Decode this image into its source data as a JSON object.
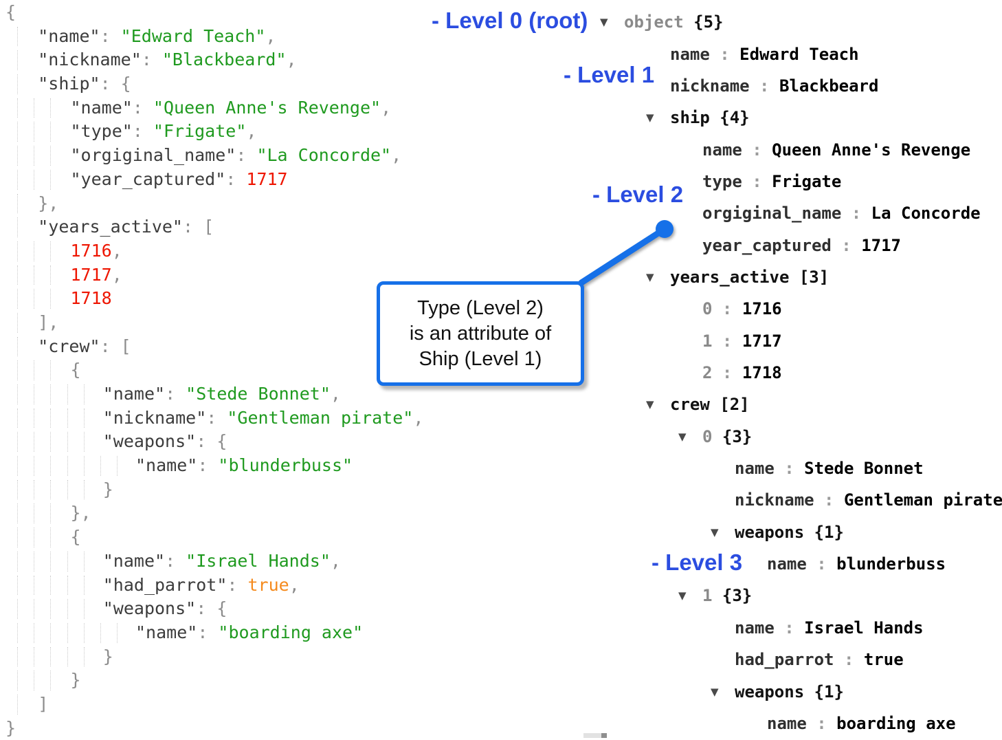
{
  "colors": {
    "annotation_blue": "#2b4de0",
    "callout_blue": "#1670e8",
    "string_green": "#1f9a1f",
    "number_red": "#ee1500",
    "boolean_orange": "#f58a1d",
    "key_dark": "#3c3c3c",
    "punctuation_gray": "#8c8c8c"
  },
  "annotations": {
    "level0": "- Level 0 (root)",
    "level1": "- Level 1",
    "level2": "- Level 2",
    "level3": "- Level 3"
  },
  "callout": {
    "line1": "Type (Level 2)",
    "line2": "is an attribute of",
    "line3": "Ship (Level 1)"
  },
  "code_panel": {
    "lines": [
      {
        "level": 0,
        "tokens": [
          {
            "c": "punc",
            "t": "{"
          }
        ]
      },
      {
        "level": 1,
        "tokens": [
          {
            "c": "key",
            "t": "\"name\""
          },
          {
            "c": "punc",
            "t": ": "
          },
          {
            "c": "str",
            "t": "\"Edward Teach\""
          },
          {
            "c": "punc",
            "t": ","
          }
        ]
      },
      {
        "level": 1,
        "tokens": [
          {
            "c": "key",
            "t": "\"nickname\""
          },
          {
            "c": "punc",
            "t": ": "
          },
          {
            "c": "str",
            "t": "\"Blackbeard\""
          },
          {
            "c": "punc",
            "t": ","
          }
        ]
      },
      {
        "level": 1,
        "tokens": [
          {
            "c": "key",
            "t": "\"ship\""
          },
          {
            "c": "punc",
            "t": ": {"
          }
        ]
      },
      {
        "level": 2,
        "tokens": [
          {
            "c": "key",
            "t": "\"name\""
          },
          {
            "c": "punc",
            "t": ": "
          },
          {
            "c": "str",
            "t": "\"Queen Anne's Revenge\""
          },
          {
            "c": "punc",
            "t": ","
          }
        ]
      },
      {
        "level": 2,
        "tokens": [
          {
            "c": "key",
            "t": "\"type\""
          },
          {
            "c": "punc",
            "t": ": "
          },
          {
            "c": "str",
            "t": "\"Frigate\""
          },
          {
            "c": "punc",
            "t": ","
          }
        ]
      },
      {
        "level": 2,
        "tokens": [
          {
            "c": "key",
            "t": "\"orgiginal_name\""
          },
          {
            "c": "punc",
            "t": ": "
          },
          {
            "c": "str",
            "t": "\"La Concorde\""
          },
          {
            "c": "punc",
            "t": ","
          }
        ]
      },
      {
        "level": 2,
        "tokens": [
          {
            "c": "key",
            "t": "\"year_captured\""
          },
          {
            "c": "punc",
            "t": ": "
          },
          {
            "c": "num",
            "t": "1717"
          }
        ]
      },
      {
        "level": 1,
        "tokens": [
          {
            "c": "punc",
            "t": "},"
          }
        ]
      },
      {
        "level": 1,
        "tokens": [
          {
            "c": "key",
            "t": "\"years_active\""
          },
          {
            "c": "punc",
            "t": ": ["
          }
        ]
      },
      {
        "level": 2,
        "tokens": [
          {
            "c": "num",
            "t": "1716"
          },
          {
            "c": "punc",
            "t": ","
          }
        ]
      },
      {
        "level": 2,
        "tokens": [
          {
            "c": "num",
            "t": "1717"
          },
          {
            "c": "punc",
            "t": ","
          }
        ]
      },
      {
        "level": 2,
        "tokens": [
          {
            "c": "num",
            "t": "1718"
          }
        ]
      },
      {
        "level": 1,
        "tokens": [
          {
            "c": "punc",
            "t": "],"
          }
        ]
      },
      {
        "level": 1,
        "tokens": [
          {
            "c": "key",
            "t": "\"crew\""
          },
          {
            "c": "punc",
            "t": ": ["
          }
        ]
      },
      {
        "level": 2,
        "tokens": [
          {
            "c": "punc",
            "t": "{"
          }
        ]
      },
      {
        "level": 3,
        "tokens": [
          {
            "c": "key",
            "t": "\"name\""
          },
          {
            "c": "punc",
            "t": ": "
          },
          {
            "c": "str",
            "t": "\"Stede Bonnet\""
          },
          {
            "c": "punc",
            "t": ","
          }
        ]
      },
      {
        "level": 3,
        "tokens": [
          {
            "c": "key",
            "t": "\"nickname\""
          },
          {
            "c": "punc",
            "t": ": "
          },
          {
            "c": "str",
            "t": "\"Gentleman pirate\""
          },
          {
            "c": "punc",
            "t": ","
          }
        ]
      },
      {
        "level": 3,
        "tokens": [
          {
            "c": "key",
            "t": "\"weapons\""
          },
          {
            "c": "punc",
            "t": ": {"
          }
        ]
      },
      {
        "level": 4,
        "tokens": [
          {
            "c": "key",
            "t": "\"name\""
          },
          {
            "c": "punc",
            "t": ": "
          },
          {
            "c": "str",
            "t": "\"blunderbuss\""
          }
        ]
      },
      {
        "level": 3,
        "tokens": [
          {
            "c": "punc",
            "t": "}"
          }
        ]
      },
      {
        "level": 2,
        "tokens": [
          {
            "c": "punc",
            "t": "},"
          }
        ]
      },
      {
        "level": 2,
        "tokens": [
          {
            "c": "punc",
            "t": "{"
          }
        ]
      },
      {
        "level": 3,
        "tokens": [
          {
            "c": "key",
            "t": "\"name\""
          },
          {
            "c": "punc",
            "t": ": "
          },
          {
            "c": "str",
            "t": "\"Israel Hands\""
          },
          {
            "c": "punc",
            "t": ","
          }
        ]
      },
      {
        "level": 3,
        "tokens": [
          {
            "c": "key",
            "t": "\"had_parrot\""
          },
          {
            "c": "punc",
            "t": ": "
          },
          {
            "c": "bool",
            "t": "true"
          },
          {
            "c": "punc",
            "t": ","
          }
        ]
      },
      {
        "level": 3,
        "tokens": [
          {
            "c": "key",
            "t": "\"weapons\""
          },
          {
            "c": "punc",
            "t": ": {"
          }
        ]
      },
      {
        "level": 4,
        "tokens": [
          {
            "c": "key",
            "t": "\"name\""
          },
          {
            "c": "punc",
            "t": ": "
          },
          {
            "c": "str",
            "t": "\"boarding axe\""
          }
        ]
      },
      {
        "level": 3,
        "tokens": [
          {
            "c": "punc",
            "t": "}"
          }
        ]
      },
      {
        "level": 2,
        "tokens": [
          {
            "c": "punc",
            "t": "}"
          }
        ]
      },
      {
        "level": 1,
        "tokens": [
          {
            "c": "punc",
            "t": "]"
          }
        ]
      },
      {
        "level": 0,
        "tokens": [
          {
            "c": "punc",
            "t": "}"
          }
        ]
      }
    ]
  },
  "tree_panel": {
    "rows": [
      {
        "d": 0,
        "a": true,
        "k": "object",
        "ks": "gray",
        "b": "{5}"
      },
      {
        "d": 1,
        "a": false,
        "k": "name",
        "ks": "key",
        "v": "Edward Teach"
      },
      {
        "d": 1,
        "a": false,
        "k": "nickname",
        "ks": "key",
        "v": "Blackbeard"
      },
      {
        "d": 1,
        "a": true,
        "k": "ship",
        "ks": "ckey",
        "b": "{4}"
      },
      {
        "d": 2,
        "a": false,
        "k": "name",
        "ks": "key",
        "v": "Queen Anne's Revenge"
      },
      {
        "d": 2,
        "a": false,
        "k": "type",
        "ks": "key",
        "v": "Frigate"
      },
      {
        "d": 2,
        "a": false,
        "k": "orgiginal_name",
        "ks": "key",
        "v": "La Concorde"
      },
      {
        "d": 2,
        "a": false,
        "k": "year_captured",
        "ks": "key",
        "v": "1717"
      },
      {
        "d": 1,
        "a": true,
        "k": "years_active",
        "ks": "ckey",
        "b": "[3]"
      },
      {
        "d": 2,
        "a": false,
        "k": "0",
        "ks": "idx",
        "v": "1716"
      },
      {
        "d": 2,
        "a": false,
        "k": "1",
        "ks": "idx",
        "v": "1717"
      },
      {
        "d": 2,
        "a": false,
        "k": "2",
        "ks": "idx",
        "v": "1718"
      },
      {
        "d": 1,
        "a": true,
        "k": "crew",
        "ks": "ckey",
        "b": "[2]"
      },
      {
        "d": 2,
        "a": true,
        "k": "0",
        "ks": "idx",
        "b": "{3}"
      },
      {
        "d": 3,
        "a": false,
        "k": "name",
        "ks": "key",
        "v": "Stede Bonnet"
      },
      {
        "d": 3,
        "a": false,
        "k": "nickname",
        "ks": "key",
        "v": "Gentleman pirate"
      },
      {
        "d": 3,
        "a": true,
        "k": "weapons",
        "ks": "ckey",
        "b": "{1}"
      },
      {
        "d": 4,
        "a": false,
        "k": "name",
        "ks": "key",
        "v": "blunderbuss"
      },
      {
        "d": 2,
        "a": true,
        "k": "1",
        "ks": "idx",
        "b": "{3}"
      },
      {
        "d": 3,
        "a": false,
        "k": "name",
        "ks": "key",
        "v": "Israel Hands"
      },
      {
        "d": 3,
        "a": false,
        "k": "had_parrot",
        "ks": "key",
        "v": "true"
      },
      {
        "d": 3,
        "a": true,
        "k": "weapons",
        "ks": "ckey",
        "b": "{1}"
      },
      {
        "d": 4,
        "a": false,
        "k": "name",
        "ks": "key",
        "v": "boarding axe"
      }
    ]
  }
}
